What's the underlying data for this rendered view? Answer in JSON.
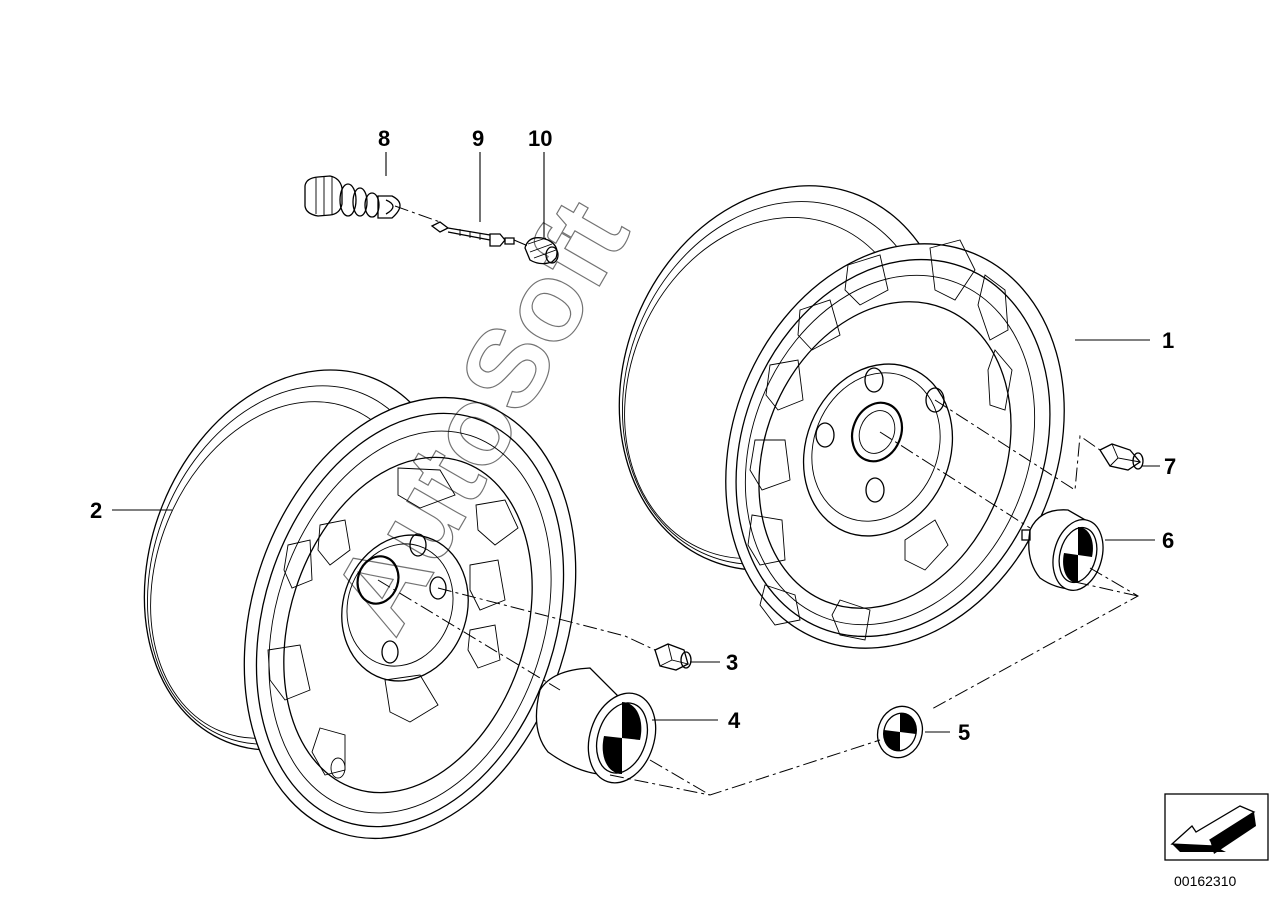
{
  "diagram": {
    "doc_id": "00162310",
    "watermark": "AutoSoft",
    "colors": {
      "line": "#000000",
      "background": "#ffffff"
    },
    "callouts": [
      {
        "id": "1",
        "label": "1",
        "part": "wheel-rim-rear"
      },
      {
        "id": "2",
        "label": "2",
        "part": "wheel-rim-front"
      },
      {
        "id": "3",
        "label": "3",
        "part": "lug-bolt"
      },
      {
        "id": "4",
        "label": "4",
        "part": "hub-cap"
      },
      {
        "id": "5",
        "label": "5",
        "part": "emblem"
      },
      {
        "id": "6",
        "label": "6",
        "part": "hub-cap-small"
      },
      {
        "id": "7",
        "label": "7",
        "part": "lug-bolt-small"
      },
      {
        "id": "8",
        "label": "8",
        "part": "valve"
      },
      {
        "id": "9",
        "label": "9",
        "part": "valve-core"
      },
      {
        "id": "10",
        "label": "10",
        "part": "valve-cap"
      }
    ]
  }
}
